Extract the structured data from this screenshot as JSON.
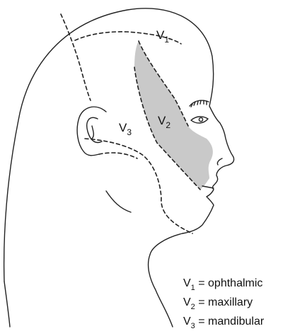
{
  "diagram": {
    "colors": {
      "line": "#222222",
      "shade": "#c9c9c9",
      "background": "#ffffff"
    },
    "region_labels": {
      "v1": {
        "letter": "V",
        "sub": "1"
      },
      "v2": {
        "letter": "V",
        "sub": "2"
      },
      "v3": {
        "letter": "V",
        "sub": "3"
      }
    },
    "legend": [
      {
        "letter": "V",
        "sub": "1",
        "text": " = ophthalmic"
      },
      {
        "letter": "V",
        "sub": "2",
        "text": " = maxillary"
      },
      {
        "letter": "V",
        "sub": "3",
        "text": " = mandibular"
      }
    ]
  }
}
